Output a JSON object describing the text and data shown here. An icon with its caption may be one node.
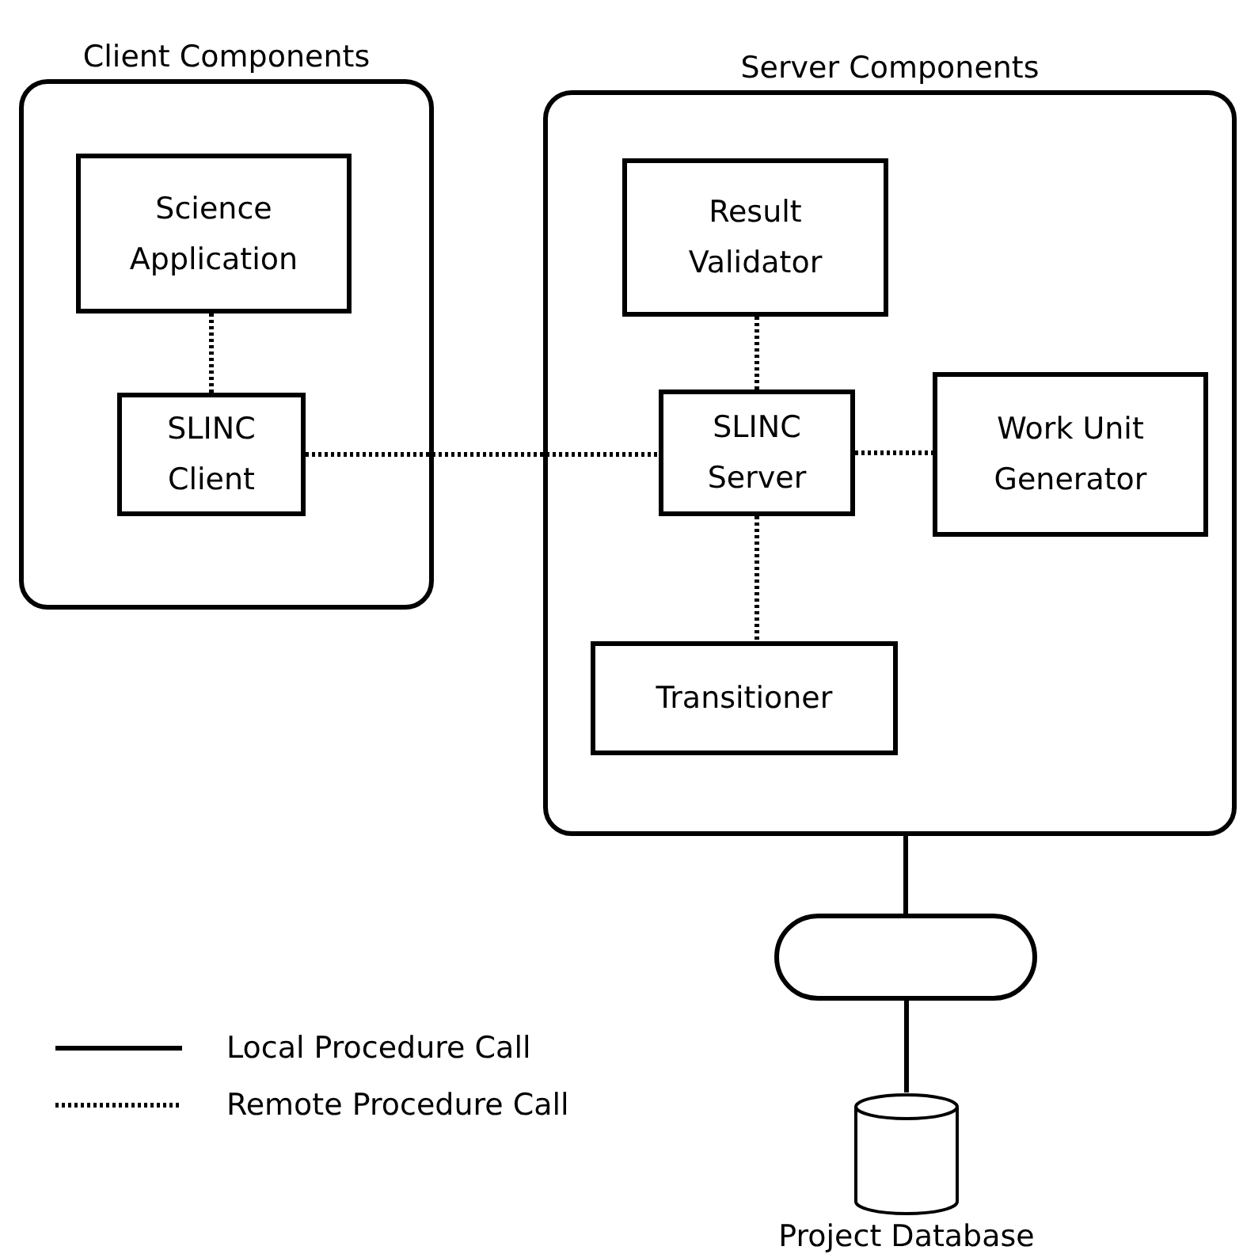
{
  "diagram": {
    "nodes": [
      {
        "text": [
          "Client Components"
        ]
      },
      {
        "text": [
          "Science Application"
        ],
        "in": 0
      },
      {
        "text": [
          "SLINC Client"
        ],
        "in": 0
      },
      {
        "text": [
          "Server Components"
        ]
      },
      {
        "text": [
          "Result Validator"
        ],
        "in": 3
      },
      {
        "text": [
          "SLINC Server"
        ],
        "in": 3
      },
      {
        "text": [
          "Work Unit Generator"
        ],
        "in": 3
      },
      {
        "text": [
          "Transitioner"
        ],
        "in": 3
      },
      {
        "text": [],
        "shape": "stadium"
      },
      {
        "text": [
          "Project Database"
        ]
      }
    ],
    "edges": [
      {
        "from": 1,
        "to": 2,
        "arrow": "none",
        "style": "dashed"
      },
      {
        "from": 2,
        "to": 5,
        "arrow": "none",
        "style": "dashed"
      },
      {
        "from": 4,
        "to": 5,
        "arrow": "none",
        "style": "dashed"
      },
      {
        "from": 5,
        "to": 6,
        "arrow": "none",
        "style": "dashed"
      },
      {
        "from": 5,
        "to": 7,
        "arrow": "none",
        "style": "dashed"
      },
      {
        "from": 3,
        "to": 8,
        "arrow": "none"
      },
      {
        "from": 8,
        "to": 9,
        "arrow": "none"
      }
    ],
    "legend": [
      {
        "text": "Local Procedure Call"
      },
      {
        "text": "Remote Procedure Call"
      }
    ]
  }
}
